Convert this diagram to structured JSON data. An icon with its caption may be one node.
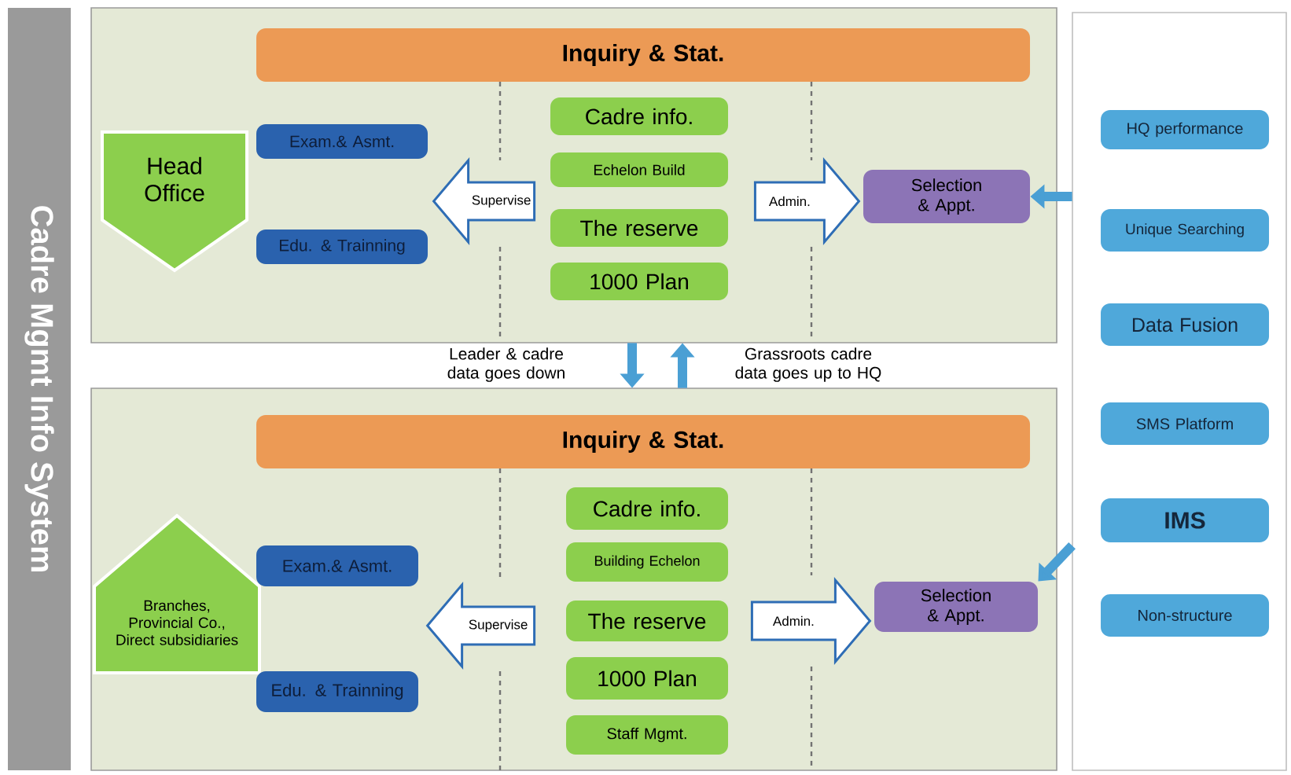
{
  "diagram": {
    "nodes": [
      {
        "text": [
          "Cadre Mgmt Info System"
        ]
      },
      {
        "text": [],
        "shape": "box"
      },
      {
        "text": [
          "Inquiry & Stat."
        ],
        "in": 1
      },
      {
        "text": [
          "Head Office"
        ],
        "in": 1
      },
      {
        "text": [
          "Exam.& Asmt."
        ],
        "in": 1
      },
      {
        "text": [
          "Edu. & Trainning"
        ],
        "in": 1
      },
      {
        "text": [
          "Cadre info."
        ],
        "in": 1
      },
      {
        "text": [
          "Echelon Build"
        ],
        "in": 1
      },
      {
        "text": [
          "The reserve"
        ],
        "in": 1
      },
      {
        "text": [
          "1000 Plan"
        ],
        "in": 1
      },
      {
        "text": [
          "Selection & Appt."
        ],
        "in": 1
      },
      {
        "text": [],
        "shape": "box"
      },
      {
        "text": [
          "Inquiry & Stat."
        ],
        "in": 11
      },
      {
        "text": [
          "Branches, Provincial Co., Direct subsidiaries"
        ],
        "in": 11
      },
      {
        "text": [
          "Exam.& Asmt."
        ],
        "in": 11
      },
      {
        "text": [
          "Edu. & Trainning"
        ],
        "in": 11
      },
      {
        "text": [
          "Cadre info."
        ],
        "in": 11
      },
      {
        "text": [
          "Building Echelon"
        ],
        "in": 11
      },
      {
        "text": [
          "The reserve"
        ],
        "in": 11
      },
      {
        "text": [
          "1000 Plan"
        ],
        "in": 11
      },
      {
        "text": [
          "Staff Mgmt."
        ],
        "in": 11
      },
      {
        "text": [
          "Selection & Appt."
        ],
        "in": 11
      },
      {
        "text": [],
        "shape": "box"
      },
      {
        "text": [
          "HQ performance"
        ],
        "in": 22
      },
      {
        "text": [
          "Unique Searching"
        ],
        "in": 22
      },
      {
        "text": [
          "Data Fusion"
        ],
        "in": 22
      },
      {
        "text": [
          "SMS Platform"
        ],
        "in": 22
      },
      {
        "text": [
          "IMS"
        ],
        "in": 22
      },
      {
        "text": [
          "Non-structure"
        ],
        "in": 22
      }
    ],
    "edges": [
      {
        "from": 8,
        "to": null,
        "arrow": "to",
        "label": "Supervise",
        "style": "thick"
      },
      {
        "from": 8,
        "to": 10,
        "arrow": "to",
        "label": "Admin.",
        "style": "thick"
      },
      {
        "from": 18,
        "to": null,
        "arrow": "to",
        "label": "Supervise",
        "style": "thick"
      },
      {
        "from": 18,
        "to": 21,
        "arrow": "to",
        "label": "Admin.",
        "style": "thick"
      },
      {
        "from": 1,
        "to": 11,
        "arrow": "to",
        "label": "Leader & cadre data goes down",
        "color": "#4a9fd4"
      },
      {
        "from": 11,
        "to": 1,
        "arrow": "to",
        "label": "Grassroots cadre data goes up to HQ",
        "color": "#4a9fd4"
      },
      {
        "from": 22,
        "to": 10,
        "arrow": "to",
        "color": "#4a9fd4"
      },
      {
        "from": 22,
        "to": 21,
        "arrow": "to",
        "color": "#4a9fd4"
      }
    ]
  }
}
